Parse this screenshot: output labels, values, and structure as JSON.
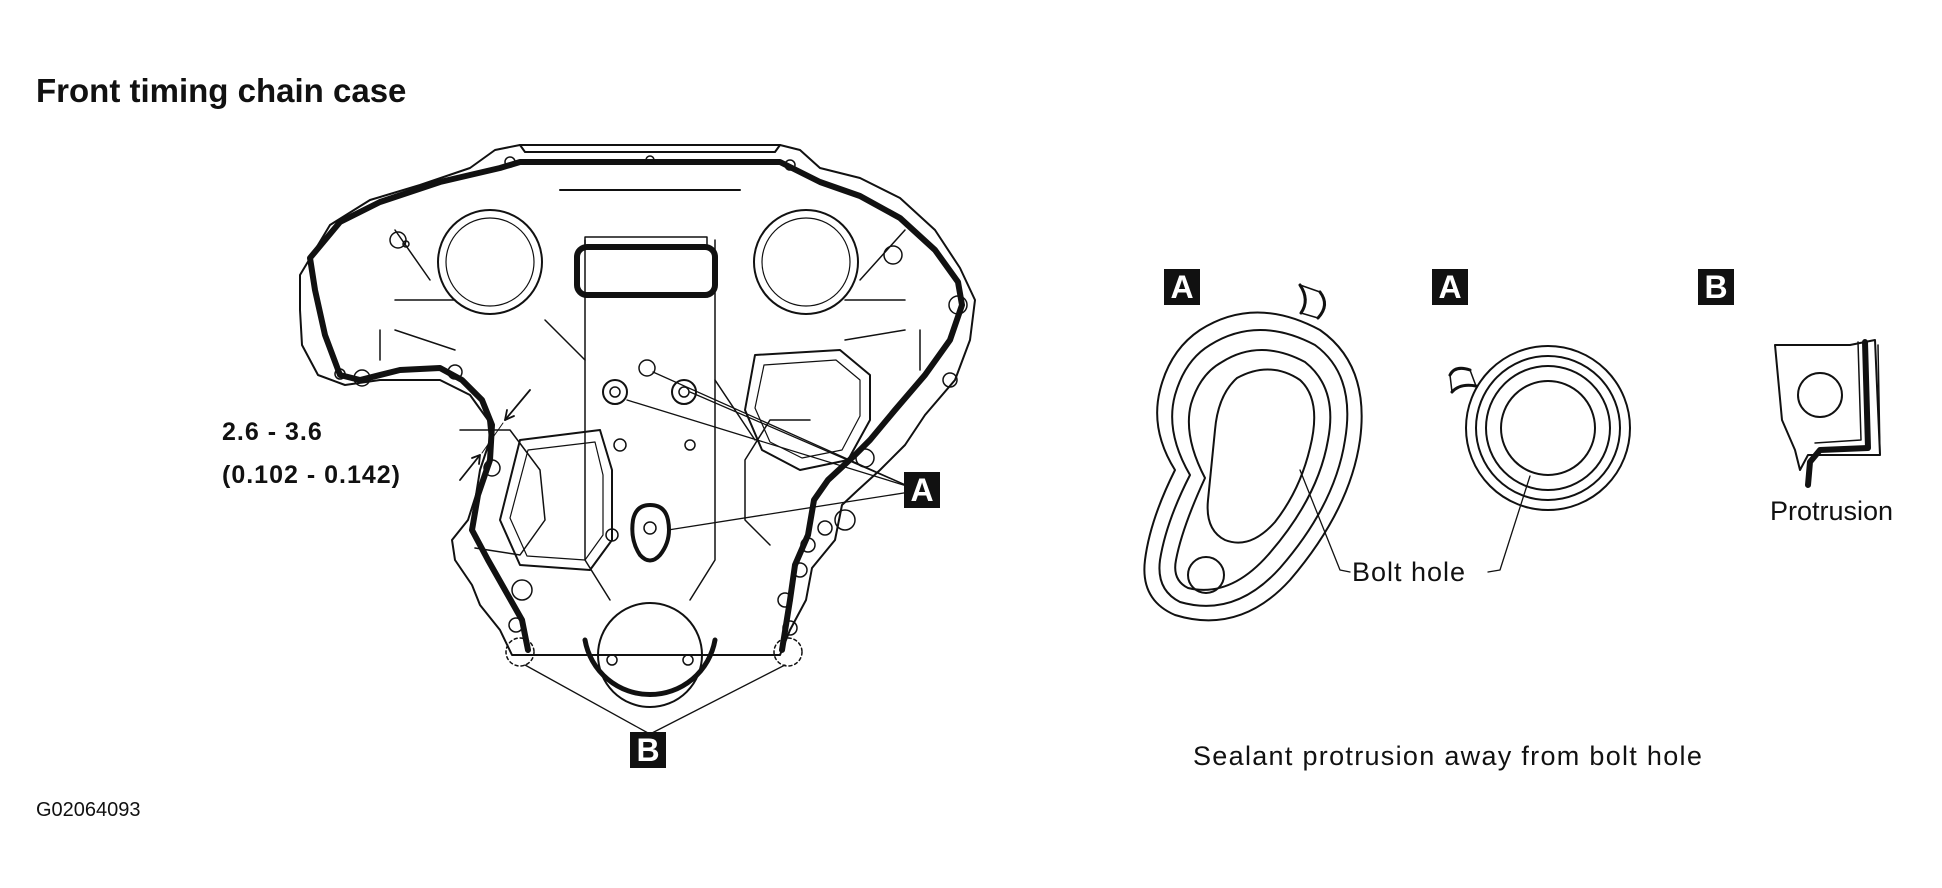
{
  "title": "Front timing chain case",
  "dimension": {
    "line1": "2.6 - 3.6",
    "line2": "(0.102 - 0.142)"
  },
  "badges": {
    "a": "A",
    "b": "B"
  },
  "labels": {
    "bolt_hole": "Bolt hole",
    "protrusion": "Protrusion",
    "caption": "Sealant protrusion away from bolt hole"
  },
  "figure_id": "G02064093"
}
